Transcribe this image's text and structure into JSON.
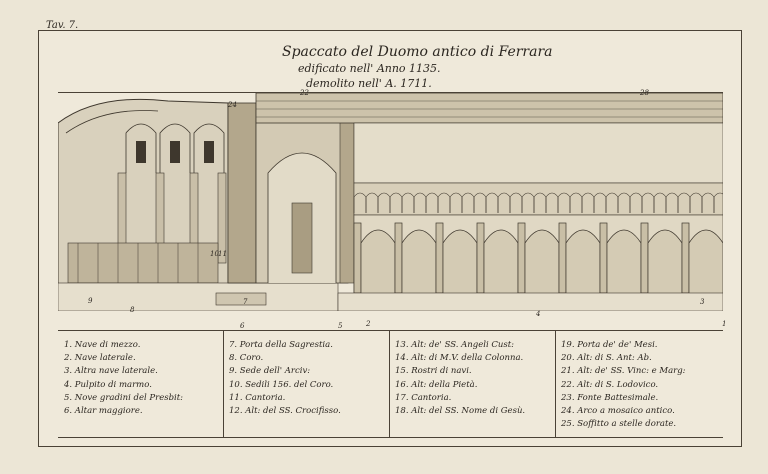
{
  "plate_number": "Tav. 7.",
  "title": {
    "line1": "Spaccato del Duomo antico di Ferrara",
    "line2": "edificato nell' Anno 1135.",
    "line3": "demolito nell' A. 1711."
  },
  "markers": [
    {
      "label": "24"
    },
    {
      "label": "22"
    },
    {
      "label": "28"
    },
    {
      "label": "9"
    },
    {
      "label": "8"
    },
    {
      "label": "10"
    },
    {
      "label": "11"
    },
    {
      "label": "7"
    },
    {
      "label": "6"
    },
    {
      "label": "5"
    },
    {
      "label": "2"
    },
    {
      "label": "4"
    },
    {
      "label": "3"
    },
    {
      "label": "1"
    }
  ],
  "legend": {
    "col1": [
      "1. Nave di mezzo.",
      "2. Nave laterale.",
      "3. Altra nave laterale.",
      "4. Pulpito di marmo.",
      "5. Nove gradini del Presbit:",
      "6. Altar maggiore."
    ],
    "col2": [
      "7. Porta della Sagrestia.",
      "8. Coro.",
      "9. Sede dell' Arciv:",
      "10. Sedili 156. del Coro.",
      "11. Cantoria.",
      "12. Alt: del SS. Crocifisso."
    ],
    "col3": [
      "13. Alt: de' SS. Angeli Cust:",
      "14. Alt: di M.V. della Colonna.",
      "15. Rostri di navi.",
      "16. Alt: della Pietà.",
      "17. Cantoria.",
      "18. Alt: del SS. Nome di Gesù."
    ],
    "col4": [
      "19. Porta de' de' Mesi.",
      "20. Alt: di S. Ant: Ab.",
      "21. Alt: de' SS. Vinc: e Marg:",
      "22. Alt: di S. Lodovico.",
      "23. Fonte Battesimale.",
      "24. Arco a mosaico antico.",
      "25. Soffitto a stelle dorate."
    ]
  }
}
